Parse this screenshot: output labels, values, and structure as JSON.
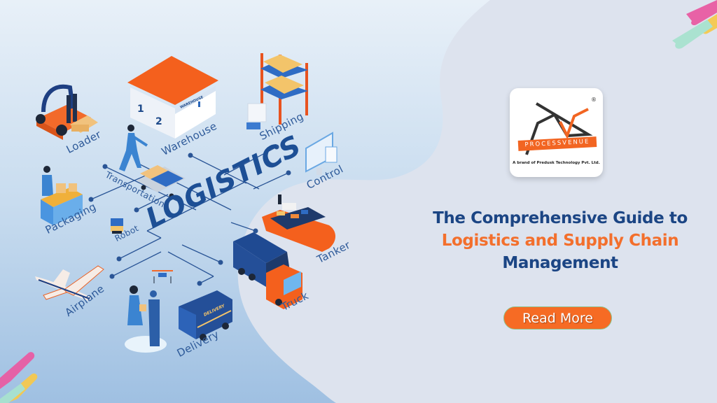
{
  "banner": {
    "illustration": {
      "center_label": "LOGISTICS",
      "nodes": [
        {
          "label": "Loader",
          "icon": "forklift-icon"
        },
        {
          "label": "Warehouse",
          "icon": "warehouse-icon"
        },
        {
          "label": "Shipping",
          "icon": "shelving-boxes-icon"
        },
        {
          "label": "Control",
          "icon": "monitor-dashboard-icon"
        },
        {
          "label": "Transportation",
          "icon": "worker-cart-icon"
        },
        {
          "label": "Packaging",
          "icon": "packaging-worker-icon"
        },
        {
          "label": "Robot",
          "icon": "robot-icon"
        },
        {
          "label": "Tanker",
          "icon": "cargo-ship-icon"
        },
        {
          "label": "Truck",
          "icon": "truck-icon"
        },
        {
          "label": "Airplane",
          "icon": "airplane-icon"
        },
        {
          "label": "Delivery",
          "icon": "delivery-van-icon"
        }
      ],
      "warehouse_sign": "WAREHOUSE",
      "warehouse_doors": [
        "1",
        "2"
      ],
      "van_text": "DELIVERY"
    },
    "logo": {
      "brand": "PROCESSVENUE",
      "registered": "®",
      "tagline": "A brand of Predusk Technology Pvt. Ltd."
    },
    "headline": {
      "line1": "The Comprehensive Guide to",
      "line2": "Logistics and Supply Chain",
      "line3": "Management"
    },
    "cta": {
      "label": "Read More"
    },
    "colors": {
      "background": "#dde3ee",
      "navy": "#1b4584",
      "orange": "#f36f2c",
      "button": "#f66b24",
      "label_blue": "#2e5a99"
    }
  }
}
